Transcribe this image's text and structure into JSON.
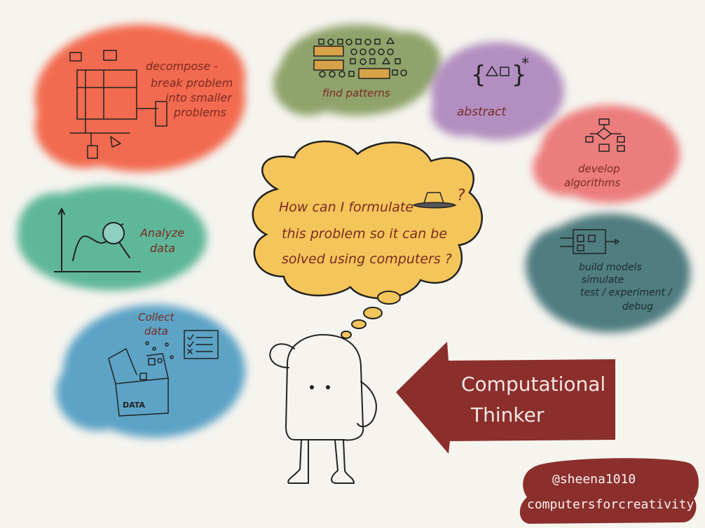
{
  "central_question": {
    "line1": "How can I formulate",
    "line1_end": "?",
    "line2": "this problem so it can be",
    "line3": "solved using computers ?"
  },
  "concepts": {
    "decompose": {
      "line1": "decompose -",
      "line2": "break problem",
      "line3": "into smaller",
      "line4": "problems",
      "color": "#f26a4f"
    },
    "patterns": {
      "label": "find patterns",
      "color": "#8fa36a"
    },
    "abstract": {
      "label": "abstract",
      "braces_left": "{",
      "braces_right": "}",
      "asterisk": "*",
      "color": "#b28fc0"
    },
    "algorithms": {
      "line1": "develop",
      "line2": "algorithms",
      "color": "#ec7d7d"
    },
    "models": {
      "line1": "build models",
      "line2": "simulate",
      "line3": "test / experiment /",
      "line4": "debug",
      "color": "#4f7d80"
    },
    "analyze": {
      "line1": "Analyze",
      "line2": "data",
      "color": "#5fb79a"
    },
    "collect": {
      "line1": "Collect",
      "line2": "data",
      "box_label": "DATA",
      "color": "#5ca3c6"
    }
  },
  "banner": {
    "line1": "Computational",
    "line2": "Thinker",
    "color": "#8b2f2c"
  },
  "credit": {
    "line1": "@sheena1010",
    "line2": "computersforcreativity.com",
    "color": "#8b2f2c"
  },
  "colors": {
    "thought_cloud": "#f4c55a",
    "ink": "#222222",
    "text_ink": "#7a2a22"
  }
}
